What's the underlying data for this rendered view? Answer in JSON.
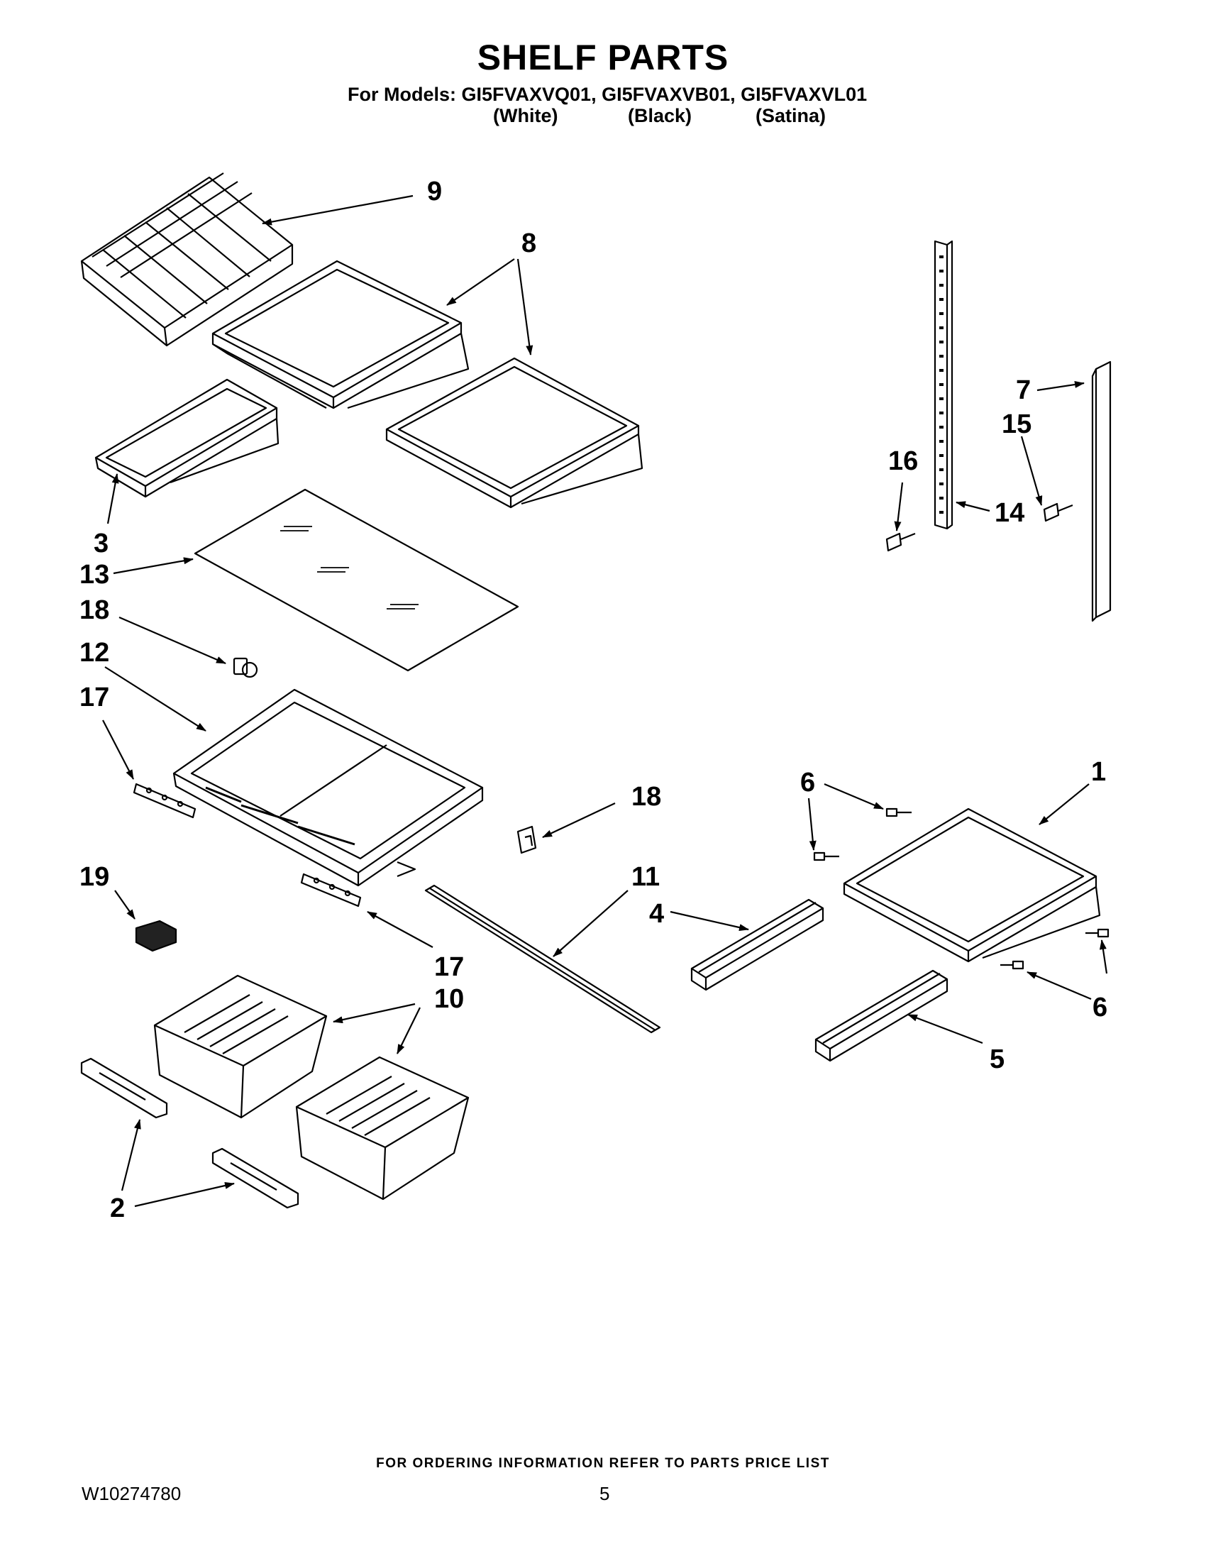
{
  "header": {
    "title": "SHELF PARTS",
    "models_line": "For Models: GI5FVAXVQ01, GI5FVAXVB01, GI5FVAXVL01",
    "colors": [
      "(White)",
      "(Black)",
      "(Satina)"
    ]
  },
  "callouts": {
    "c1": "1",
    "c2": "2",
    "c3": "3",
    "c4": "4",
    "c5": "5",
    "c6a": "6",
    "c6b": "6",
    "c7": "7",
    "c8": "8",
    "c9": "9",
    "c10": "10",
    "c11": "11",
    "c12": "12",
    "c13": "13",
    "c14": "14",
    "c15": "15",
    "c16": "16",
    "c17a": "17",
    "c17b": "17",
    "c18a": "18",
    "c18b": "18",
    "c19": "19"
  },
  "footer": {
    "ordering_note": "FOR ORDERING INFORMATION REFER TO PARTS PRICE LIST",
    "doc_number": "W10274780",
    "page_number": "5"
  }
}
